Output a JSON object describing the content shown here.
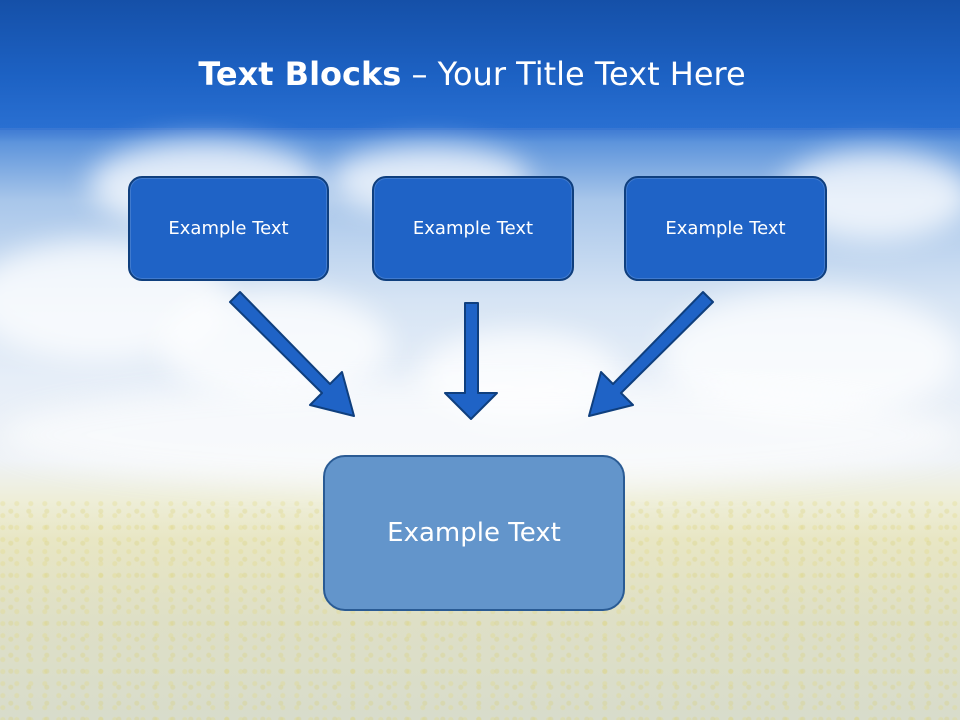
{
  "title": {
    "bold_part": "Text Blocks",
    "separator": " – ",
    "regular_part": "Your Title Text Here"
  },
  "blocks": [
    {
      "label": "Example Text"
    },
    {
      "label": "Example Text"
    },
    {
      "label": "Example Text"
    }
  ],
  "target": {
    "label": "Example Text"
  },
  "colors": {
    "block_fill": "#1f63c6",
    "block_border": "#0f3f7e",
    "target_fill": "#6395cb",
    "arrow_fill": "#1f63c6",
    "arrow_stroke": "#0f3f7e"
  },
  "icons": {
    "arrow_left": "arrow-down-right-icon",
    "arrow_center": "arrow-down-icon",
    "arrow_right": "arrow-down-left-icon"
  }
}
